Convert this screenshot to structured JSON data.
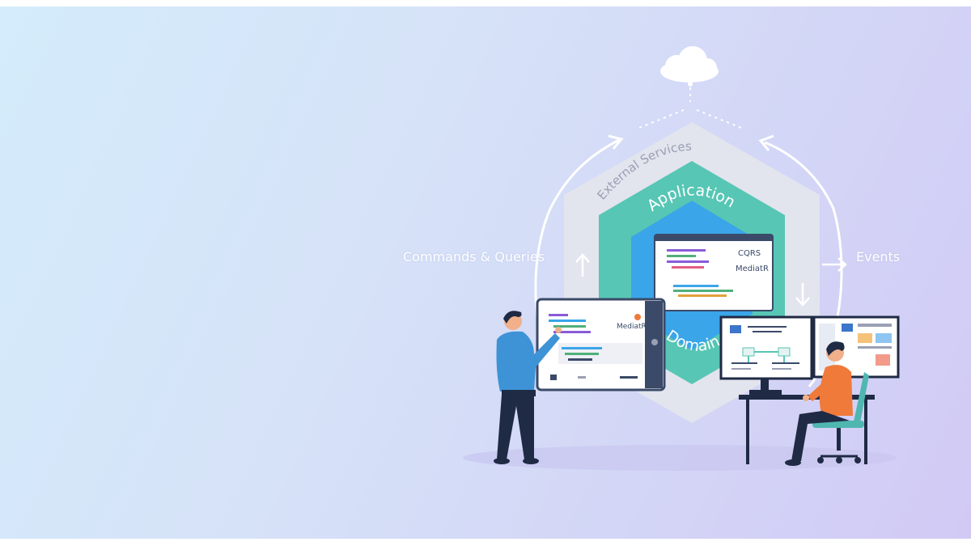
{
  "diagram": {
    "outer_layer": "External Services",
    "middle_layer": "Application",
    "inner_layer": "Domain",
    "left_flow_label": "Commands & Queries",
    "right_flow_label": "Events",
    "center_screen": {
      "line1": "CQRS",
      "line2": "MediatR"
    },
    "tablet_screen": {
      "line1": "MediatR"
    }
  },
  "colors": {
    "outer_hex": "#e3e5ed",
    "middle_hex": "#57c6b4",
    "inner_hex": "#3aa5e9",
    "arrow": "#ffffff",
    "person_left_shirt": "#3d93d6",
    "person_right_shirt": "#f07a3a",
    "chair": "#4fb7b0"
  },
  "icons": [
    "cloud-icon",
    "arrow-up-icon",
    "arrow-down-icon",
    "arrow-right-icon"
  ]
}
